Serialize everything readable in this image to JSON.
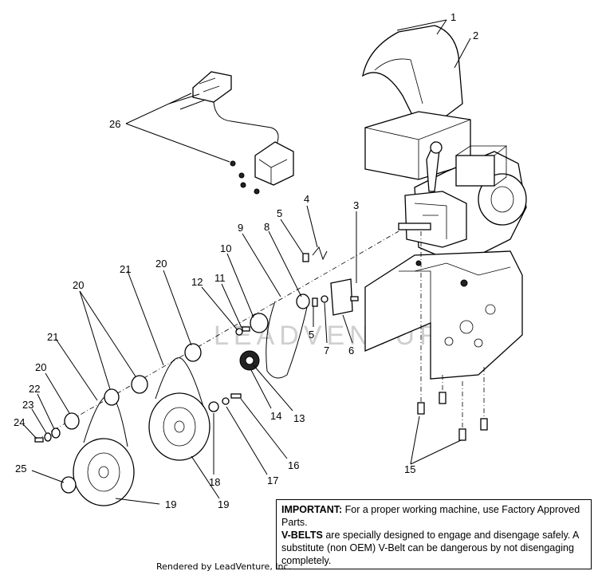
{
  "callouts": {
    "c1": "1",
    "c2": "2",
    "c3": "3",
    "c4": "4",
    "c5a": "5",
    "c5b": "5",
    "c6": "6",
    "c7": "7",
    "c8": "8",
    "c9": "9",
    "c10": "10",
    "c11": "11",
    "c12": "12",
    "c13": "13",
    "c14": "14",
    "c15": "15",
    "c16": "16",
    "c17": "17",
    "c18": "18",
    "c19a": "19",
    "c19b": "19",
    "c20a": "20",
    "c20b": "20",
    "c20c": "20",
    "c21a": "21",
    "c21b": "21",
    "c22": "22",
    "c23": "23",
    "c24": "24",
    "c25": "25",
    "c26": "26"
  },
  "watermark": "LEADVENTURE",
  "notice": {
    "important_label": "IMPORTANT:",
    "important_text": " For a proper working machine, use Factory Approved Parts.",
    "vbelts_label": "V-BELTS",
    "vbelts_text": " are specially designed to engage and disengage safely.  A substitute (non OEM) V-Belt can be dangerous by not disengaging completely."
  },
  "credit": "Rendered by LeadVenture, Inc."
}
